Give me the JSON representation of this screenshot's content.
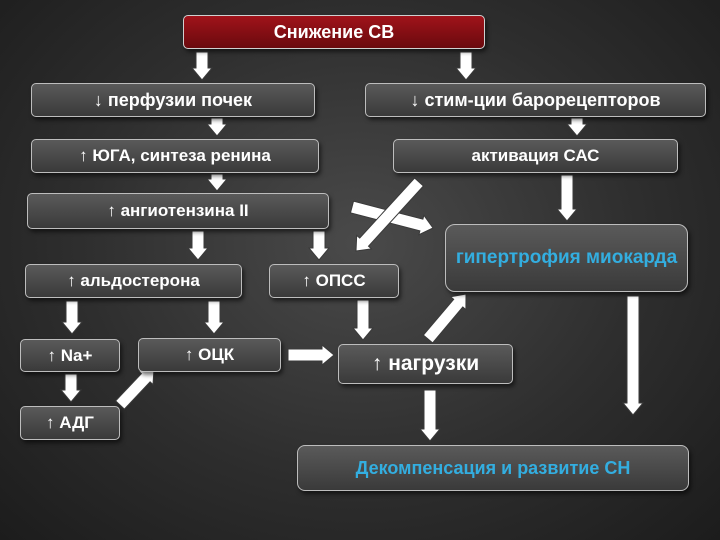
{
  "diagram": {
    "title": "Снижение СВ",
    "nodes": {
      "renal_perfusion": "↓ перфузии почек",
      "baroreceptors": "↓ стим-ции барорецепторов",
      "jga_renin": "↑ ЮГА, синтеза ренина",
      "sas_activation": "активация САС",
      "angiotensin": "↑ ангиотензина II",
      "hypertrophy": "гипертрофия миокарда",
      "aldosterone": "↑ альдостерона",
      "opss": "↑ ОПСС",
      "sodium": "↑ Na+",
      "ocv": "↑ ОЦК",
      "load": "↑ нагрузки",
      "adh": "↑ АДГ",
      "decompensation": "Декомпенсация и развитие СН"
    },
    "colors": {
      "title_fill": "#8b0f14",
      "box_fill": "#4a4a4a",
      "highlight_text": "#33aee0",
      "arrow_fill": "#ffffff"
    }
  }
}
